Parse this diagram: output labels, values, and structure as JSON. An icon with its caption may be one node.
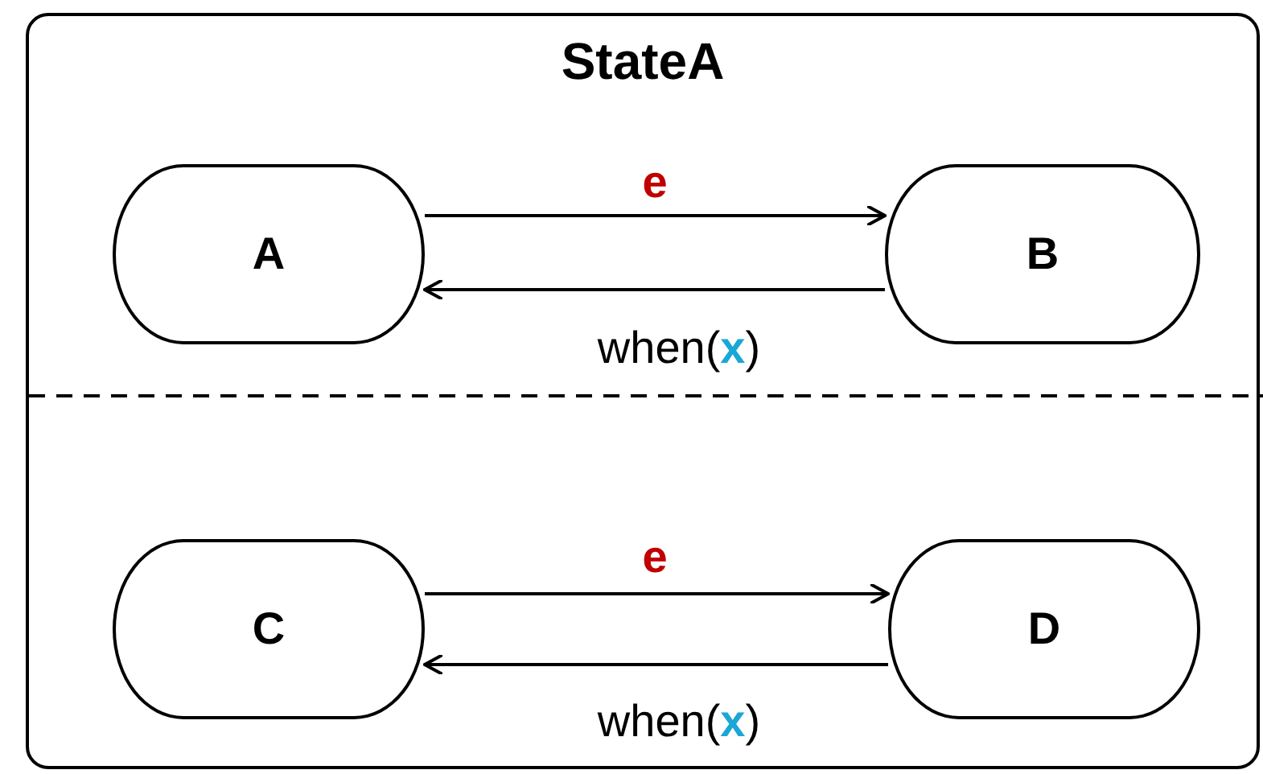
{
  "diagram": {
    "nodes": [
      {
        "text": [
          "StateA"
        ]
      },
      {
        "text": [
          "A"
        ],
        "in": 0
      },
      {
        "text": [
          "B"
        ],
        "in": 0
      },
      {
        "text": [
          "C"
        ],
        "in": 0
      },
      {
        "text": [
          "D"
        ],
        "in": 0
      }
    ],
    "edges": [
      {
        "from": 1,
        "to": 2,
        "arrow": "to",
        "label": "e"
      },
      {
        "from": 2,
        "to": 1,
        "arrow": "to",
        "label": "when(**x**)"
      },
      {
        "from": 3,
        "to": 4,
        "arrow": "to",
        "label": "e"
      },
      {
        "from": 4,
        "to": 3,
        "arrow": "to",
        "label": "when(**x**)"
      }
    ]
  }
}
